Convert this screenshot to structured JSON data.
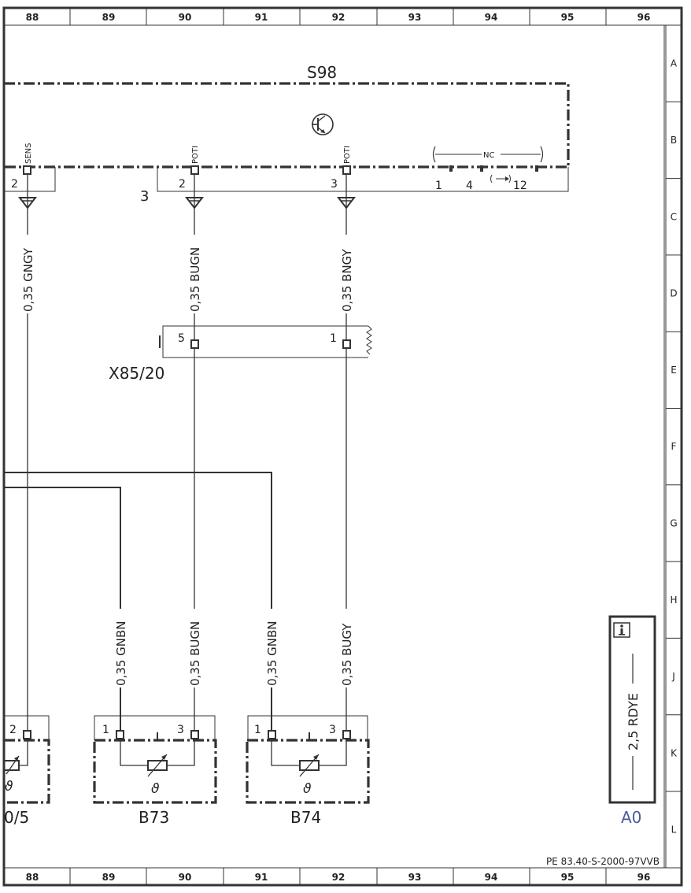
{
  "columns": [
    "88",
    "89",
    "90",
    "91",
    "92",
    "93",
    "94",
    "95",
    "96"
  ],
  "rows": [
    "A",
    "B",
    "C",
    "D",
    "E",
    "F",
    "G",
    "H",
    "J",
    "K",
    "L"
  ],
  "footer_ref": "PE 83.40-S-2000-97VVB",
  "s98": {
    "name": "S98",
    "pin_labels": [
      "SENS",
      "POTI",
      "POTI"
    ],
    "pin_numbers": [
      "2",
      "2",
      "3",
      "1",
      "4",
      "12"
    ],
    "nc_label": "NC",
    "branch_number": "3"
  },
  "wires": {
    "w1": "0,35 GNGY",
    "w2": "0,35 BUGN",
    "w3": "0,35 BNGY",
    "w4": "0,35 GNBN",
    "w5": "0,35 BUGN",
    "w6": "0,35 GNBN",
    "w7": "0,35 BUGY"
  },
  "x85": {
    "name": "X85/20",
    "pin_left": "5",
    "pin_right": "1"
  },
  "b_left": {
    "name_fragment": "0/5",
    "pin": "2"
  },
  "b73": {
    "name": "B73",
    "pin_a": "1",
    "pin_b": "3"
  },
  "b74": {
    "name": "B74",
    "pin_a": "1",
    "pin_b": "3"
  },
  "info_box": {
    "icon": "info-icon",
    "wire_label": "2,5 RDYE",
    "ref": "A0",
    "ref_color": "#4a5a9e"
  }
}
